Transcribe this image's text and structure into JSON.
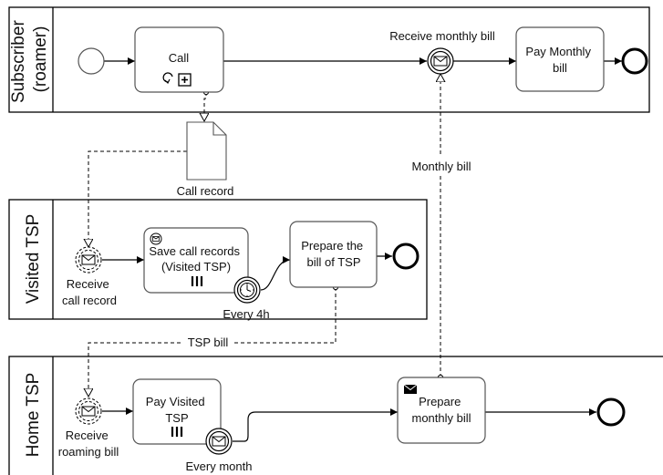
{
  "pools": [
    {
      "id": "subscriber",
      "label_lines": [
        "Subscriber",
        "(roamer)"
      ]
    },
    {
      "id": "visited",
      "label_lines": [
        "Visited TSP"
      ]
    },
    {
      "id": "home",
      "label_lines": [
        "Home TSP"
      ]
    }
  ],
  "tasks": {
    "call": [
      "Call"
    ],
    "pay_monthly": [
      "Pay Monthly",
      "bill"
    ],
    "save_records": [
      "Save call records",
      "(Visited TSP)"
    ],
    "prepare_tsp": [
      "Prepare the",
      "bill of TSP"
    ],
    "pay_visited": [
      "Pay Visited",
      "TSP"
    ],
    "prepare_monthly": [
      "Prepare",
      "monthly bill"
    ]
  },
  "event_labels": {
    "receive_monthly": [
      "Receive monthly bill"
    ],
    "receive_call": [
      "Receive",
      "call record"
    ],
    "every_4h": [
      "Every 4h"
    ],
    "receive_roaming": [
      "Receive",
      "roaming bill"
    ],
    "every_month": [
      "Every month"
    ]
  },
  "data_object": {
    "label": [
      "Call record"
    ]
  },
  "message_flows": {
    "monthly_bill": [
      "Monthly bill"
    ],
    "tsp_bill": [
      "TSP bill"
    ]
  }
}
